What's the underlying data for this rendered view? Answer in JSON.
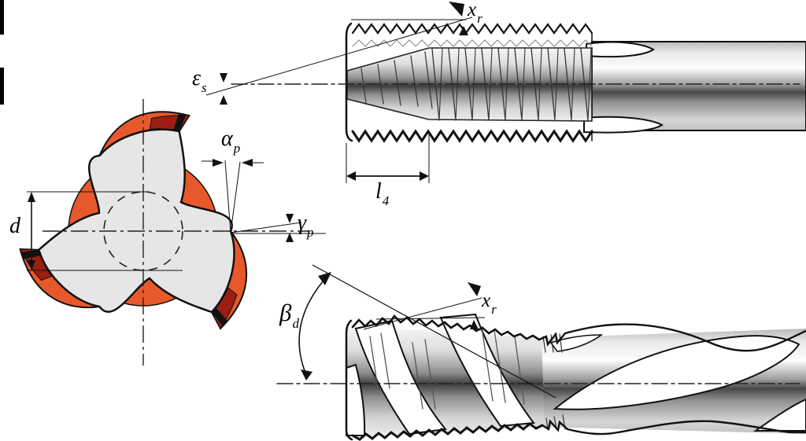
{
  "labels": {
    "d": {
      "text": "d"
    },
    "alpha_p": {
      "base": "α",
      "sub": "p"
    },
    "gamma_p": {
      "base": "γ",
      "sub": "p"
    },
    "epsilon_s": {
      "base": "ε",
      "sub": "s"
    },
    "x_r_top": {
      "base": "x",
      "sub": "r"
    },
    "l_4": {
      "base": "l",
      "sub": "4"
    },
    "beta_d": {
      "base": "β",
      "sub": "d"
    },
    "x_r_bottom": {
      "base": "x",
      "sub": "r"
    }
  },
  "colors": {
    "land_orange": "#E7592B",
    "heel_red": "#9C1D12",
    "body_gray": "#E6E6E6",
    "outline": "#111111"
  }
}
